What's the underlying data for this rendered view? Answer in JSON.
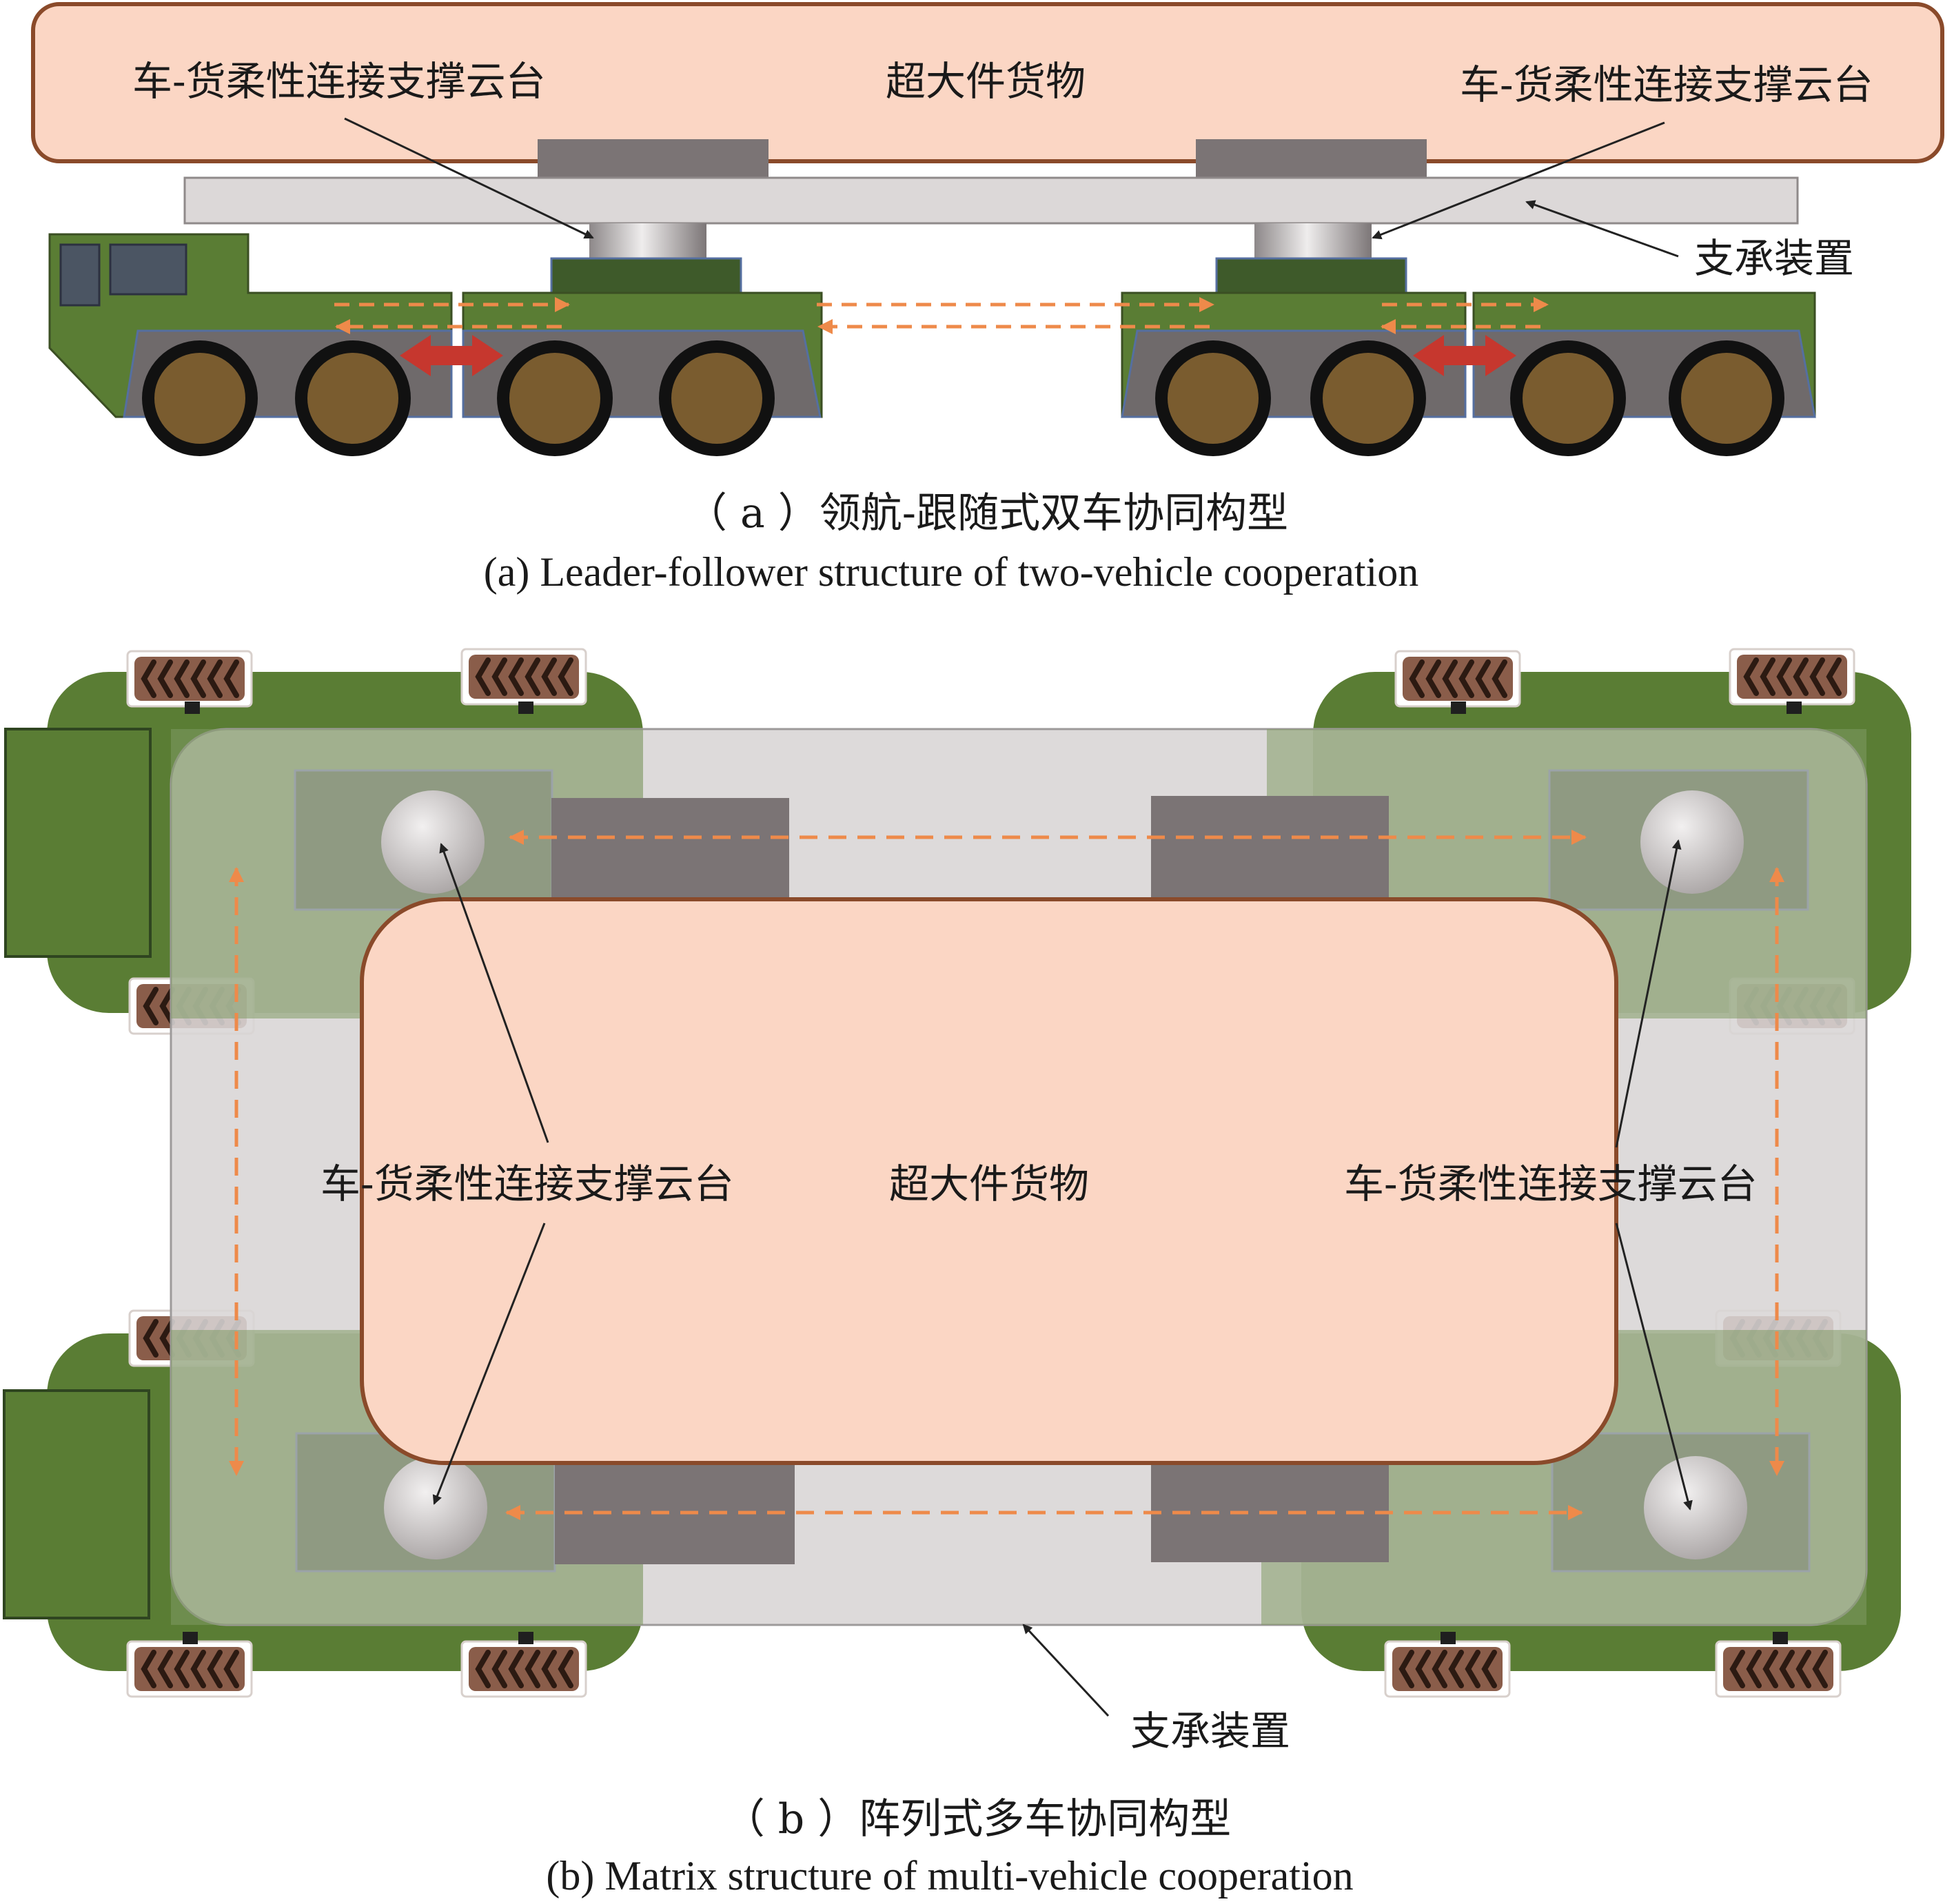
{
  "colors": {
    "cargo_fill": "#fbd6c4",
    "cargo_stroke": "#8a4a2a",
    "vehicle_green": "#5a7d34",
    "vehicle_gray": "#6f6a6b",
    "wheel_brown": "#7a5c2f",
    "support_plate": "#dcd8d8",
    "pad_gray": "#7b7475",
    "dashed_orange": "#ee8a4a",
    "red_arrow": "#c6372e"
  },
  "panel_a": {
    "cargo_label": "超大件货物",
    "gimbal_label_left": "车-货柔性连接支撑云台",
    "gimbal_label_right": "车-货柔性连接支撑云台",
    "support_label": "支承装置",
    "caption_cn": "（ a ）领航-跟随式双车协同构型",
    "caption_en": "(a) Leader-follower structure of two-vehicle cooperation"
  },
  "panel_b": {
    "cargo_label": "超大件货物",
    "gimbal_label_left": "车-货柔性连接支撑云台",
    "gimbal_label_right": "车-货柔性连接支撑云台",
    "support_label": "支承装置",
    "caption_cn": "（ b ）阵列式多车协同构型",
    "caption_en": "(b) Matrix structure of multi-vehicle cooperation"
  }
}
